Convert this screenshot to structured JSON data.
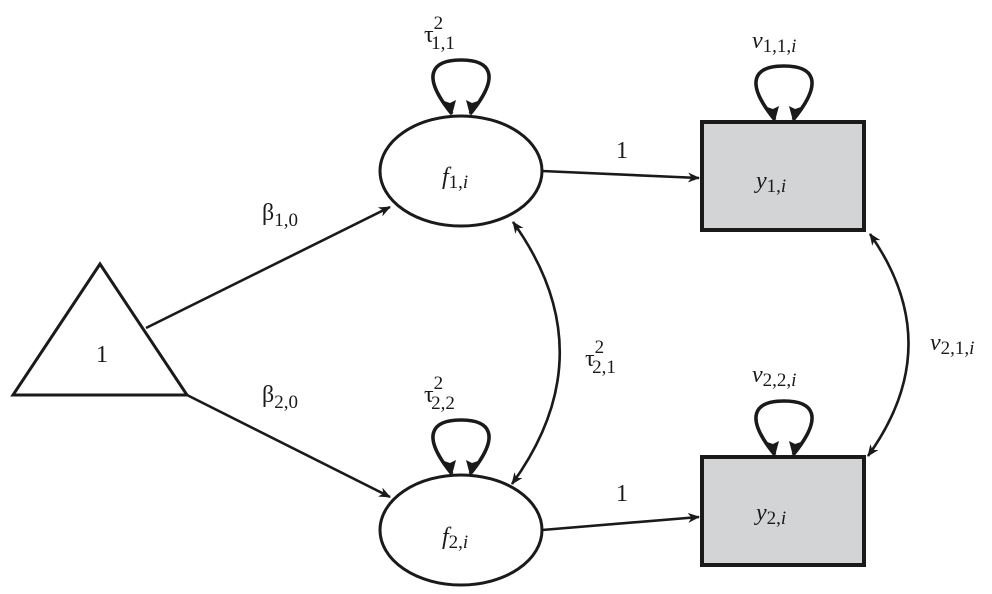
{
  "diagram": {
    "type": "path-diagram (structural equation model)",
    "constant": {
      "label": "1",
      "shape": "triangle"
    },
    "latent": [
      {
        "id": "f1",
        "symbol": "f",
        "subscript": "1,",
        "index": "i",
        "variance": {
          "symbol": "τ",
          "subscript": "1,1",
          "superscript": "2"
        }
      },
      {
        "id": "f2",
        "symbol": "f",
        "subscript": "2,",
        "index": "i",
        "variance": {
          "symbol": "τ",
          "subscript": "2,2",
          "superscript": "2"
        }
      }
    ],
    "observed": [
      {
        "id": "y1",
        "symbol": "y",
        "subscript": "1,",
        "index": "i",
        "variance": {
          "symbol": "v",
          "subscript": "1,1,",
          "index": "i"
        }
      },
      {
        "id": "y2",
        "symbol": "y",
        "subscript": "2,",
        "index": "i",
        "variance": {
          "symbol": "v",
          "subscript": "2,2,",
          "index": "i"
        }
      }
    ],
    "paths": [
      {
        "from": "constant",
        "to": "f1",
        "symbol": "β",
        "subscript": "1,0"
      },
      {
        "from": "constant",
        "to": "f2",
        "symbol": "β",
        "subscript": "2,0"
      },
      {
        "from": "f1",
        "to": "y1",
        "label": "1"
      },
      {
        "from": "f2",
        "to": "y2",
        "label": "1"
      }
    ],
    "covariances": [
      {
        "between": [
          "f1",
          "f2"
        ],
        "symbol": "τ",
        "subscript": "2,1",
        "superscript": "2"
      },
      {
        "between": [
          "y1",
          "y2"
        ],
        "symbol": "v",
        "subscript": "2,1,",
        "index": "i"
      }
    ],
    "colors": {
      "line": "#1a1a1a",
      "observed_fill": "#d3d4d6",
      "background": "#ffffff"
    }
  }
}
